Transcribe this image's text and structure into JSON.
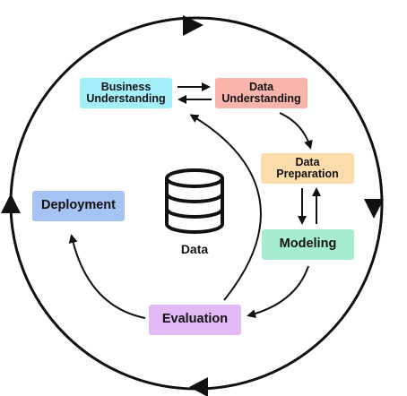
{
  "diagram": {
    "corner_fragment": ")",
    "nodes": {
      "business_understanding": {
        "label": "Business\nUnderstanding",
        "color": "#a3f0fb"
      },
      "data_understanding": {
        "label": "Data\nUnderstanding",
        "color": "#f9b5ac"
      },
      "data_preparation": {
        "label": "Data\nPreparation",
        "color": "#fddcab"
      },
      "modeling": {
        "label": "Modeling",
        "color": "#a6edd0"
      },
      "evaluation": {
        "label": "Evaluation",
        "color": "#e3baf6"
      },
      "deployment": {
        "label": "Deployment",
        "color": "#a5c4f3"
      }
    },
    "center": {
      "label": "Data",
      "icon": "database-icon"
    },
    "colors": {
      "line": "#111111",
      "background": "#ffffff"
    }
  }
}
